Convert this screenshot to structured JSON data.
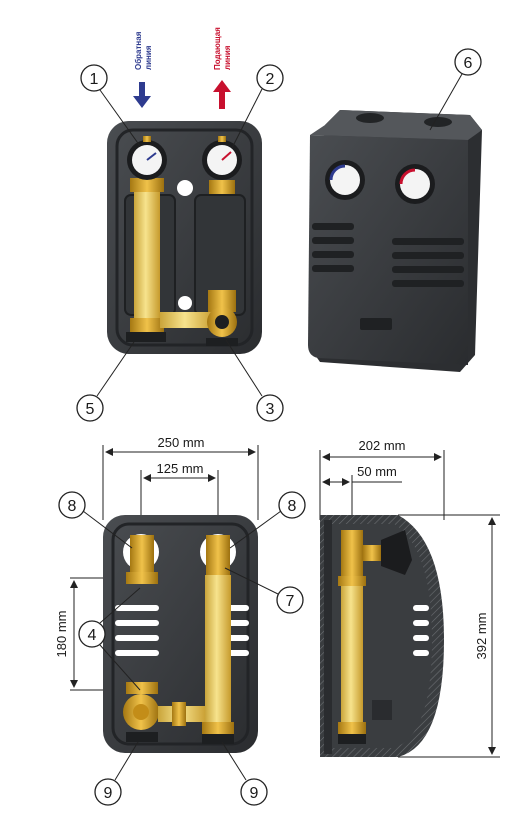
{
  "flow_labels": {
    "return": {
      "line1": "Обратная",
      "line2": "линия",
      "color": "#2e3b8f"
    },
    "supply": {
      "line1": "Подающая",
      "line2": "линия",
      "color": "#c8102e"
    }
  },
  "callouts": [
    "1",
    "2",
    "3",
    "4",
    "5",
    "6",
    "7",
    "8",
    "9"
  ],
  "dimensions": {
    "width_total": "250 mm",
    "pipe_spacing": "125 mm",
    "vertical_spacing": "180 mm",
    "depth_total": "202 mm",
    "depth_axis": "50 mm",
    "height_total": "392 mm"
  },
  "colors": {
    "housing": "#3a3d40",
    "housing_dark": "#26282a",
    "brass": "#d9a827",
    "pipe": "#f2d873"
  }
}
